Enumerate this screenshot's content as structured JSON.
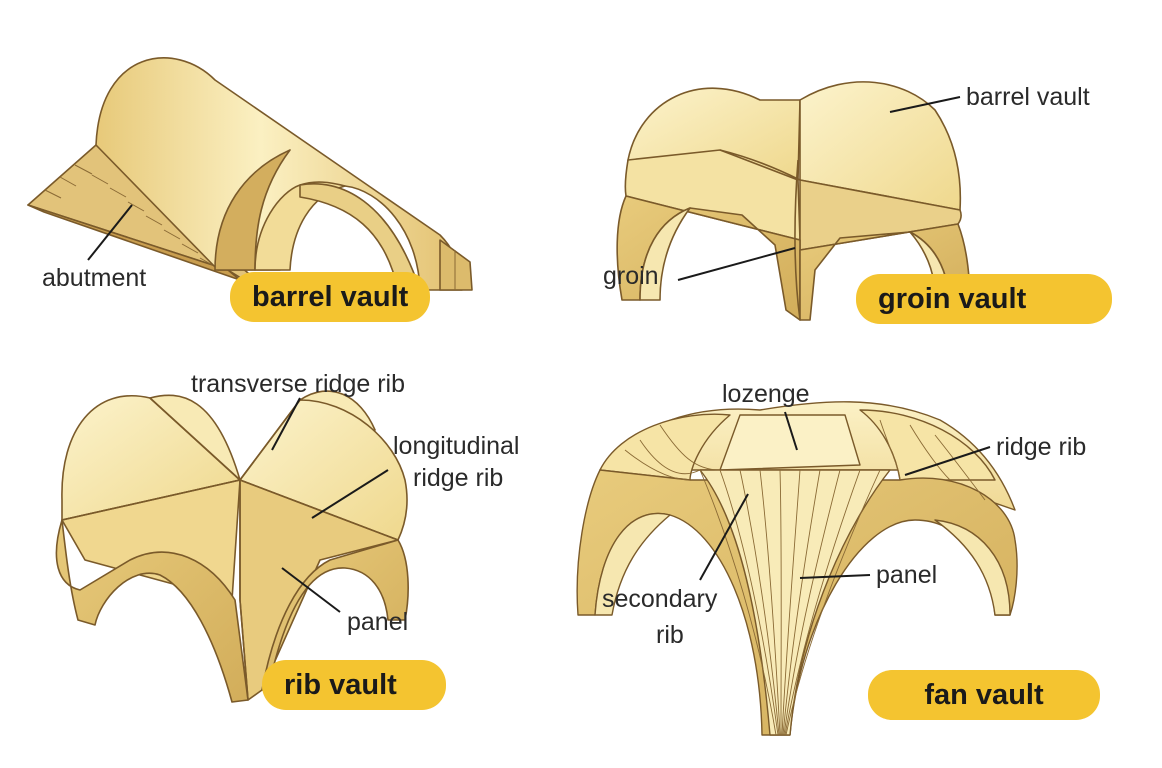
{
  "colors": {
    "stone_light": "#fbf0c2",
    "stone_mid": "#f2dd95",
    "stone_dark": "#d8b765",
    "outline": "#7a5a2a",
    "badge": "#f4c430"
  },
  "panels": {
    "barrel": {
      "title": "barrel vault",
      "labels": {
        "abutment": "abutment"
      }
    },
    "groin": {
      "title": "groin vault",
      "labels": {
        "barrel_vault": "barrel vault",
        "groin": "groin"
      }
    },
    "rib": {
      "title": "rib vault",
      "labels": {
        "transverse": "transverse ridge rib",
        "longitudinal_1": "longitudinal",
        "longitudinal_2": "ridge rib",
        "panel": "panel"
      }
    },
    "fan": {
      "title": "fan vault",
      "labels": {
        "lozenge": "lozenge",
        "ridge_rib": "ridge rib",
        "panel": "panel",
        "secondary_1": "secondary",
        "secondary_2": "rib"
      }
    }
  }
}
